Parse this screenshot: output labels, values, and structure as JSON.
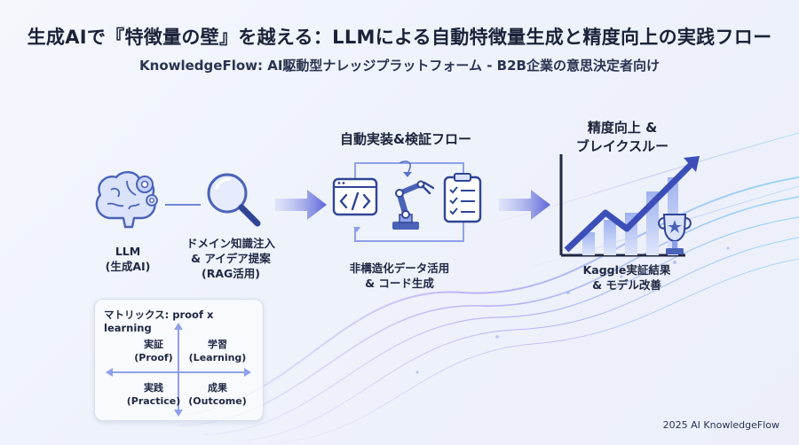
{
  "title": "生成AIで『特徴量の壁』を越える：LLMによる自動特徴量生成と精度向上の実践フロー",
  "subtitle": "KnowledgeFlow: AI駆動型ナレッジプラットフォーム - B2B企業の意思決定者向け",
  "stages": {
    "llm": {
      "line1": "LLM",
      "line2": "(生成AI)"
    },
    "domain": {
      "line1": "ドメイン知識注入",
      "line2": "& アイデア提案",
      "line3": "(RAG活用)"
    },
    "auto": {
      "heading": "自動実装&検証フロー",
      "line1": "非構造化データ活用",
      "line2": "& コード生成"
    },
    "result": {
      "heading1": "精度向上 &",
      "heading2": "ブレイクスルー",
      "line1": "Kaggle実証結果",
      "line2": "& モデル改善"
    }
  },
  "matrix": {
    "title": "マトリックス: proof x learning",
    "q1": {
      "line1": "実証",
      "line2": "(Proof)"
    },
    "q2": {
      "line1": "学習",
      "line2": "(Learning)"
    },
    "q3": {
      "line1": "実践",
      "line2": "(Practice)"
    },
    "q4": {
      "line1": "成果",
      "line2": "(Outcome)"
    }
  },
  "footer": "2025 AI KnowledgeFlow",
  "colors": {
    "accent": "#5b63d8",
    "accent_light": "#8fa0ea",
    "icon_blue": "#4a63b8",
    "wave": "#8f7cf0"
  }
}
